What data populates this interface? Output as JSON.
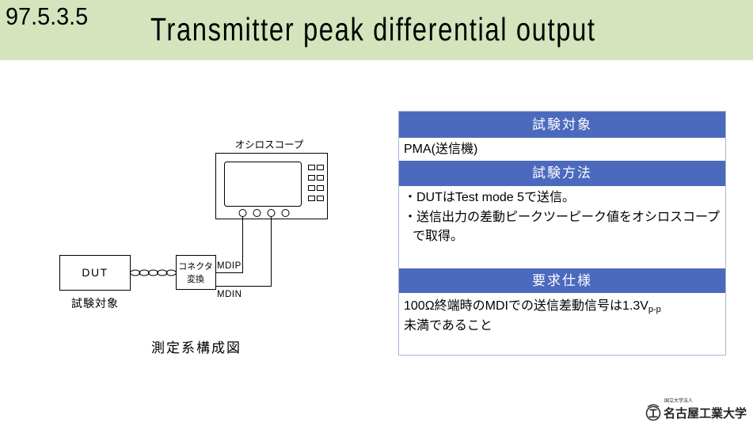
{
  "colors": {
    "header_bg": "#d5e4bc",
    "band_bg": "#4b6abd",
    "band_text": "#ffffff",
    "table_border": "#a9b5d3",
    "line": "#000000"
  },
  "header": {
    "section_number": "97.5.3.5",
    "title": "Transmitter peak differential output"
  },
  "diagram": {
    "oscilloscope_label": "オシロスコープ",
    "dut_label": "DUT",
    "dut_caption": "試験対象",
    "converter_label": [
      "コネクタ",
      "変換"
    ],
    "mdip_label": "MDIP",
    "mdin_label": "MDIN",
    "caption": "測定系構成図"
  },
  "spec_table": {
    "sections": [
      {
        "heading": "試験対象",
        "lines": [
          {
            "text": "PMA(送信機)"
          }
        ]
      },
      {
        "heading": "試験方法",
        "lines": [
          {
            "text": "・DUTはTest mode 5で送信。"
          },
          {
            "text": "・送信出力の差動ピークツーピーク値をオシロスコープ"
          },
          {
            "text": "で取得。"
          }
        ]
      },
      {
        "heading": "要求仕様",
        "lines": [
          {
            "text": "100Ω終端時のMDIでの送信差動信号は1.3V",
            "subscript": "p-p"
          },
          {
            "text": "未満であること"
          }
        ]
      }
    ]
  },
  "logo": {
    "icon": "university-emblem-icon",
    "org_type": "国立大学法人",
    "name": "名古屋工業大学"
  }
}
